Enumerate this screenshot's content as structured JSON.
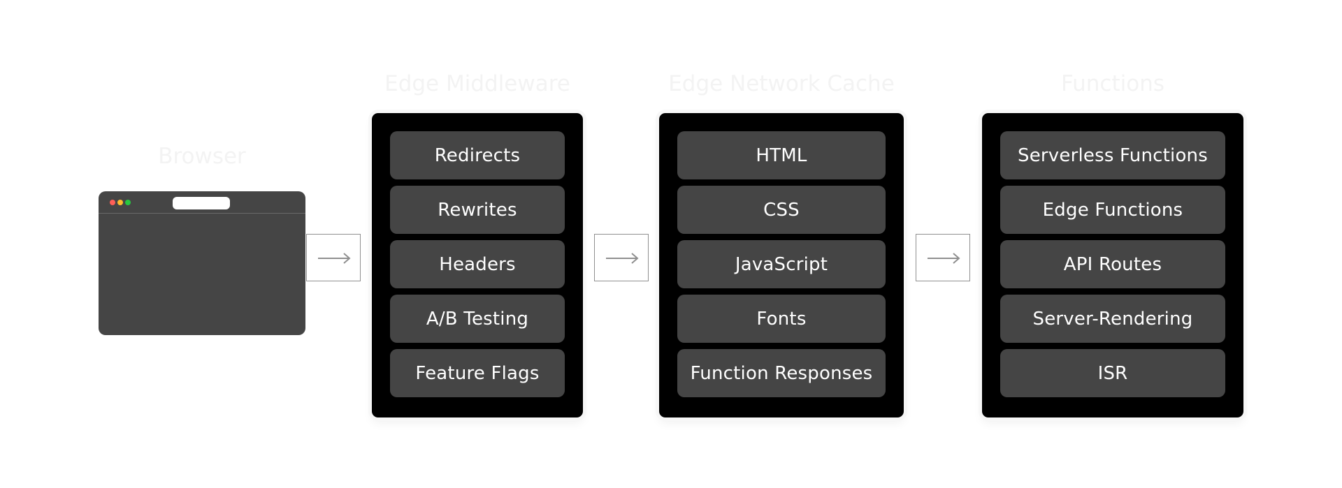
{
  "browser": {
    "title": "Browser"
  },
  "middleware": {
    "title": "Edge Middleware",
    "items": [
      "Redirects",
      "Rewrites",
      "Headers",
      "A/B Testing",
      "Feature Flags"
    ]
  },
  "cache": {
    "title": "Edge Network Cache",
    "items": [
      "HTML",
      "CSS",
      "JavaScript",
      "Fonts",
      "Function Responses"
    ]
  },
  "functions": {
    "title": "Functions",
    "items": [
      "Serverless Functions",
      "Edge Functions",
      "API Routes",
      "Server-Rendering",
      "ISR"
    ]
  },
  "icons": {
    "window_dots": [
      "#ff5f57",
      "#febc2e",
      "#28c840"
    ],
    "arrow": "right-arrow-icon"
  }
}
